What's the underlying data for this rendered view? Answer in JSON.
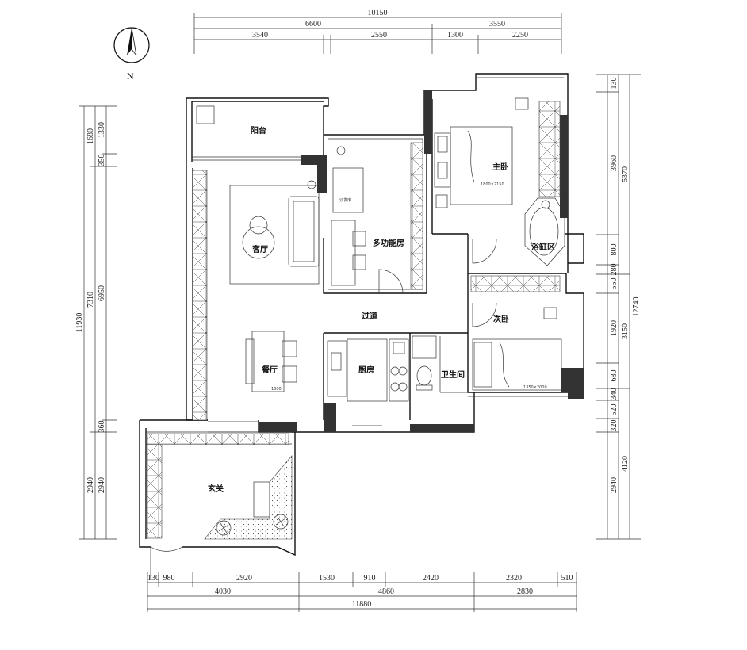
{
  "north_label": "N",
  "rooms": {
    "balcony": "阳台",
    "living": "客厅",
    "dining": "餐厅",
    "multi": "多功能房",
    "corridor": "过道",
    "kitchen": "厨房",
    "bath": "卫生间",
    "master": "主卧",
    "dressing": "浴缸区",
    "second": "次卧",
    "entry": "玄关"
  },
  "notes": {
    "sofa_bed": "沙发床",
    "master_bed": "1800×2150",
    "second_bed": "1350×2000",
    "dining_table": "1600"
  },
  "dims": {
    "top_total": "10150",
    "top_a": "6600",
    "top_b": "3550",
    "top_1": "3540",
    "top_2": "2550",
    "top_3": "1300",
    "top_4": "2250",
    "bot_total": "11880",
    "bot_a": "4030",
    "bot_b": "4860",
    "bot_c": "2830",
    "bot_1": "130",
    "bot_2": "980",
    "bot_3": "2920",
    "bot_4": "1530",
    "bot_5": "910",
    "bot_6": "2420",
    "bot_7": "2320",
    "bot_8": "510",
    "left_total": "11930",
    "left_a": "7310",
    "left_b": "2940",
    "left_c": "1680",
    "left_1": "1330",
    "left_2": "350",
    "left_3": "6950",
    "left_4": "360",
    "left_5": "2940",
    "right_total": "12740",
    "right_a": "5370",
    "right_b": "3150",
    "right_c": "4120",
    "right_1": "130",
    "right_2": "3960",
    "right_3": "800",
    "right_4": "280",
    "right_5": "550",
    "right_6": "1920",
    "right_7": "680",
    "right_8": "340",
    "right_9": "520",
    "right_10": "320",
    "right_11": "2940"
  }
}
